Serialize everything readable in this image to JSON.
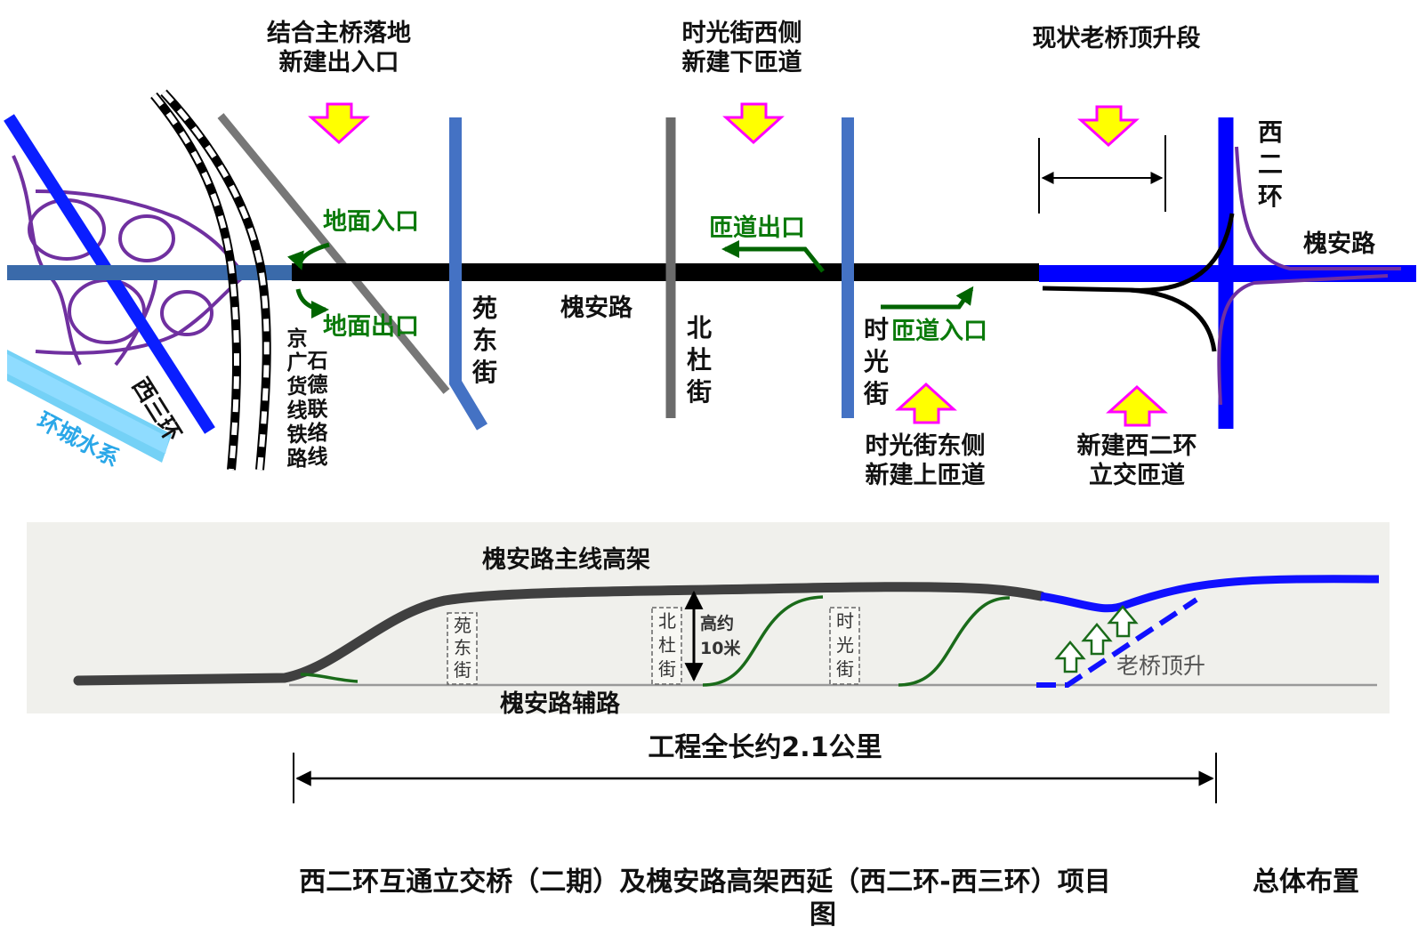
{
  "top": {
    "callouts": {
      "main_bridge_landing": [
        "结合主桥落地",
        "新建出入口"
      ],
      "shiguang_west": [
        "时光街西侧",
        "新建下匝道"
      ],
      "old_bridge_jacking": [
        "现状老桥顶升段"
      ],
      "shiguang_east": [
        "时光街东侧",
        "新建上匝道"
      ],
      "new_xierhuan": [
        "新建西二环",
        "立交匝道"
      ]
    },
    "ground_entrance": "地面入口",
    "ground_exit": "地面出口",
    "ramp_exit": "匝道出口",
    "ramp_entrance": "匝道入口",
    "road_main": "槐安路",
    "road_main_east": "槐安路",
    "street_yuandong": "苑东街",
    "street_beidu": "北杜街",
    "street_shiguang": "时光街",
    "xierhuan": "西二环",
    "xisanhuan": "西三环",
    "rail_jingguang": "京广货线铁路",
    "rail_shide": "石德联络线",
    "water": "环城水系"
  },
  "profile": {
    "main_elevated": "槐安路主线高架",
    "aux_road": "槐安路辅路",
    "yuandong": "苑东街",
    "beidu": "北杜街",
    "shiguang": "时光街",
    "height_1": "高约",
    "height_2": "10米",
    "jacking": "老桥顶升"
  },
  "length_label": "工程全长约2.1公里",
  "caption": {
    "line1": "西二环互通立交桥（二期）及槐安路高架西延（西二环-西三环）项目",
    "line1_right": "总体布置",
    "line2": "图"
  },
  "colors": {
    "blue_road": "#0000ff",
    "steel_blue": "#4472c4",
    "green": "#006400",
    "purple": "#7030a0",
    "arrow_fill": "#ffff00",
    "arrow_stroke": "#ff00ff",
    "water": "#66ccff",
    "profile_bg": "#f0f0ec"
  }
}
